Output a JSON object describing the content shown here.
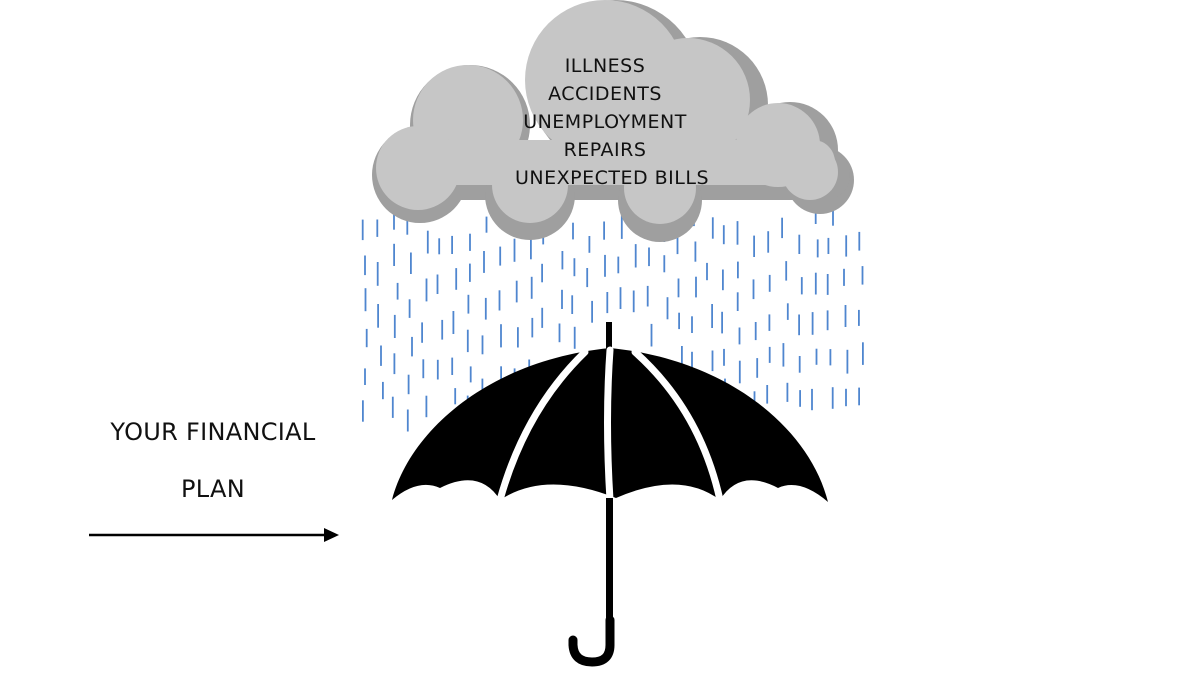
{
  "cloud": {
    "risks": [
      "ILLNESS",
      "ACCIDENTS",
      "UNEMPLOYMENT",
      "REPAIRS",
      "UNEXPECTED BILLS"
    ],
    "icon": "rain-cloud-icon",
    "fill_color": "#c6c6c6",
    "shadow_color": "#9a9a9a"
  },
  "rain": {
    "icon": "raindrop-icon",
    "color": "#4f86cf"
  },
  "umbrella": {
    "icon": "umbrella-icon",
    "color": "#000000"
  },
  "plan": {
    "line1": "YOUR FINANCIAL",
    "line2": "PLAN",
    "arrow_icon": "arrow-right-icon"
  }
}
